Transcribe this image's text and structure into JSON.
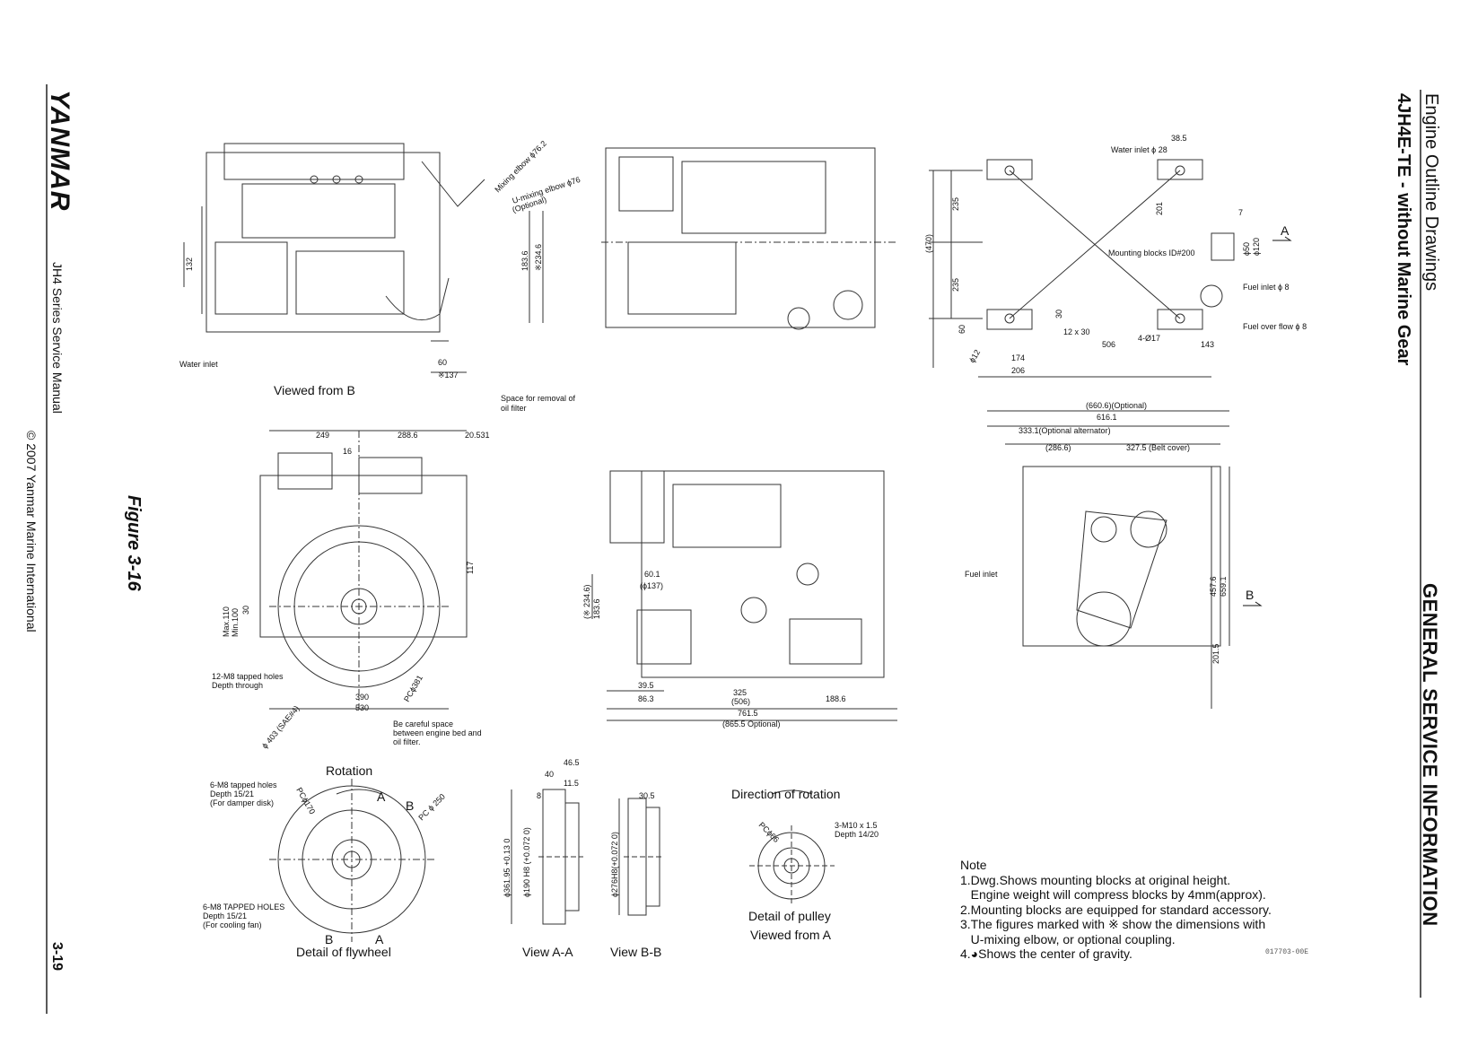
{
  "header": {
    "section": "GENERAL SERVICE INFORMATION",
    "title": "Engine Outline Drawings",
    "subtitle": "4JH4E-TE - without Marine Gear"
  },
  "sidebar": {
    "brand": "YANMAR",
    "manual": "JH4 Series Service Manual",
    "copyright": "© 2007 Yanmar Marine International",
    "page_number": "3-19"
  },
  "figure": {
    "label": "Figure 3-16"
  },
  "captions": {
    "viewed_from_b": "Viewed from B",
    "rotation": "Rotation",
    "detail_flywheel": "Detail of flywheel",
    "view_aa": "View A-A",
    "view_bb": "View  B-B",
    "direction_rotation": "Direction of rotation",
    "detail_pulley": "Detail of pulley",
    "viewed_from_a": "Viewed from A"
  },
  "labels": {
    "mixing_elbow": "Mixing elbow ϕ76.2",
    "umixing_elbow": "U-mixing elbow ϕ76",
    "optional": "(Optional)",
    "water_inlet": "Water inlet",
    "d132": "132",
    "d183": "183.6",
    "d234": "※234.6",
    "d60": "60",
    "d137": "※137",
    "water_inlet_top": "Water inlet ϕ 28",
    "d38": "38.5",
    "d235a": "235",
    "d235b": "235",
    "d470": "(470)",
    "d201": "201",
    "d7": "7",
    "d50": "ϕ50",
    "d120": "ϕ120",
    "arrow_a": "A",
    "mounting_blocks": "Mounting blocks ID#200",
    "fuel_inlet_d8": "Fuel inlet ϕ 8",
    "fuel_overflow": "Fuel over flow ϕ 8",
    "d30": "30",
    "d60b": "60",
    "d12x30": "12 x 30",
    "d12": "ϕ12",
    "d4_17": "4-Ø17",
    "d506": "506",
    "d143": "143",
    "d174": "174",
    "d206": "206",
    "space_removal": "Space for removal of",
    "oil_filter": "oil filter",
    "d249": "249",
    "d288": "288.6",
    "d20": "20.531",
    "d16": "16",
    "d117": "117",
    "max110": "Max.110",
    "min100": "Min.100",
    "d30b": "30",
    "tapped12": "12-M8 tapped holes",
    "depth_through": "Depth through",
    "d390": "390",
    "d530": "530",
    "pc381": "PCϕ381",
    "d403": "ϕ 403 (SAE#4)",
    "careful1": "Be careful space",
    "careful2": "between engine bed and",
    "careful3": "oil filter.",
    "d234b": "(※ 234.6)",
    "d183b": "183.6",
    "d60c": "60.1",
    "d137b": "(ϕ137)",
    "d39": "39.5",
    "d86": "86.3",
    "d325": "325",
    "d506b": "(506)",
    "d188": "188.6",
    "d761": "761.5",
    "d865": "(865.5 Optional)",
    "d660": "(660.6)(Optional)",
    "d616": "616.1",
    "d333": "333.1(Optional alternator)",
    "d286": "(286.6)",
    "d327": "327.5 (Belt cover)",
    "fuel_inlet": "Fuel inlet",
    "d457": "457.6",
    "d659": "659.1",
    "d201b": "201.5",
    "arrow_b": "B",
    "tapped6a": "6-M8 tapped holes",
    "depth1521a": "Depth 15/21",
    "damper": "(For damper disk)",
    "pc170": "PCϕ170",
    "pc250": "PC ϕ 250",
    "fw_a": "A",
    "fw_b": "B",
    "tapped6b": "6-M8 TAPPED HOLES",
    "depth1521b": "Depth 15/21",
    "coolingfan": "(For cooling fan)",
    "fw_b2": "B",
    "fw_a2": "A",
    "d46": "46.5",
    "d40": "40",
    "d11": "11.5",
    "d8": "8",
    "d361": "ϕ361.95 +0.13 0",
    "d190": "ϕ190 H8 (+0.072 0)",
    "d30c": "30.5",
    "d276": "ϕ276H8(+0.072 0)",
    "pc66": "PCϕ66",
    "m10": "3-M10 x 1.5",
    "depth1420": "Depth 14/20"
  },
  "notes": {
    "heading": "Note",
    "items": [
      "1.Dwg.Shows mounting blocks at original height.",
      "   Engine weight will compress blocks by 4mm(approx).",
      "2.Mounting blocks are equipped for standard accessory.",
      "3.The figures marked with ※ show the dimensions with",
      "   U-mixing elbow, or optional coupling.",
      "4.◕Shows the center of gravity."
    ],
    "drawing_number": "017703-00E"
  }
}
